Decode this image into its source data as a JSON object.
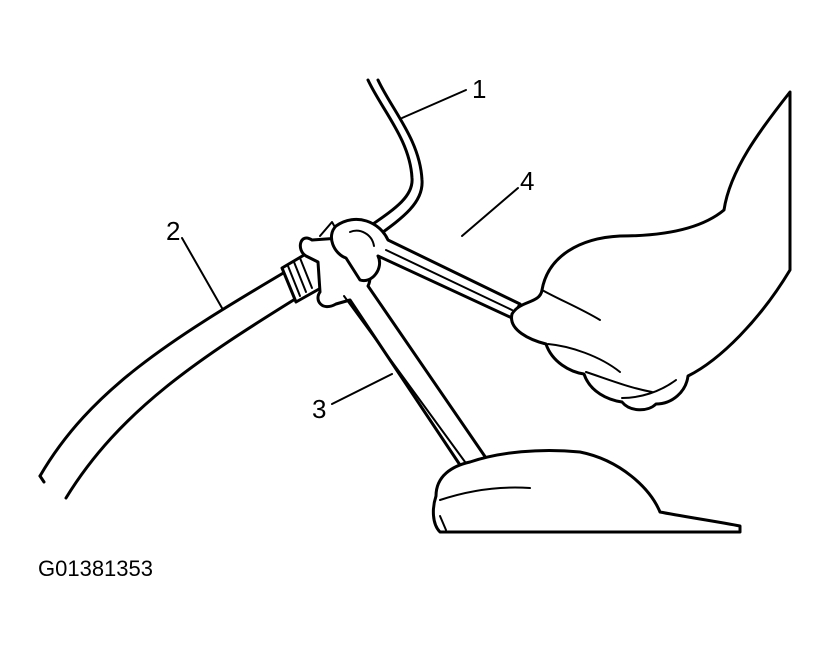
{
  "figure_id": "G01381353",
  "callouts": [
    {
      "label": "1"
    },
    {
      "label": "2"
    },
    {
      "label": "3"
    },
    {
      "label": "4"
    }
  ]
}
